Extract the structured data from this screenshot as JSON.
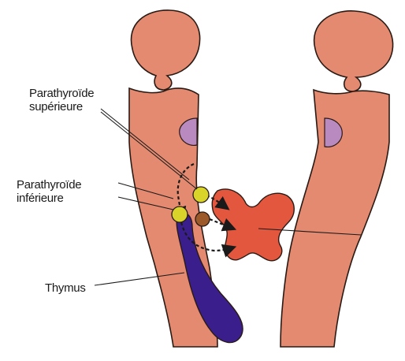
{
  "labels": {
    "parathyroid_superior": [
      "Parathyroïde",
      "supérieure"
    ],
    "parathyroid_inferior": [
      "Parathyroïde",
      "inférieure"
    ],
    "thymus": "Thymus"
  },
  "colors": {
    "tissue": "#e48a70",
    "tissue_outline": "#2a1a14",
    "pouch_purple": "#b98ac0",
    "parathyroid_yellow": "#d9d42a",
    "brown_gland": "#9c5a2a",
    "thyroid_red": "#e3573e",
    "thymus_blue": "#3a1f8c",
    "leader_line": "#1a1a1a"
  }
}
